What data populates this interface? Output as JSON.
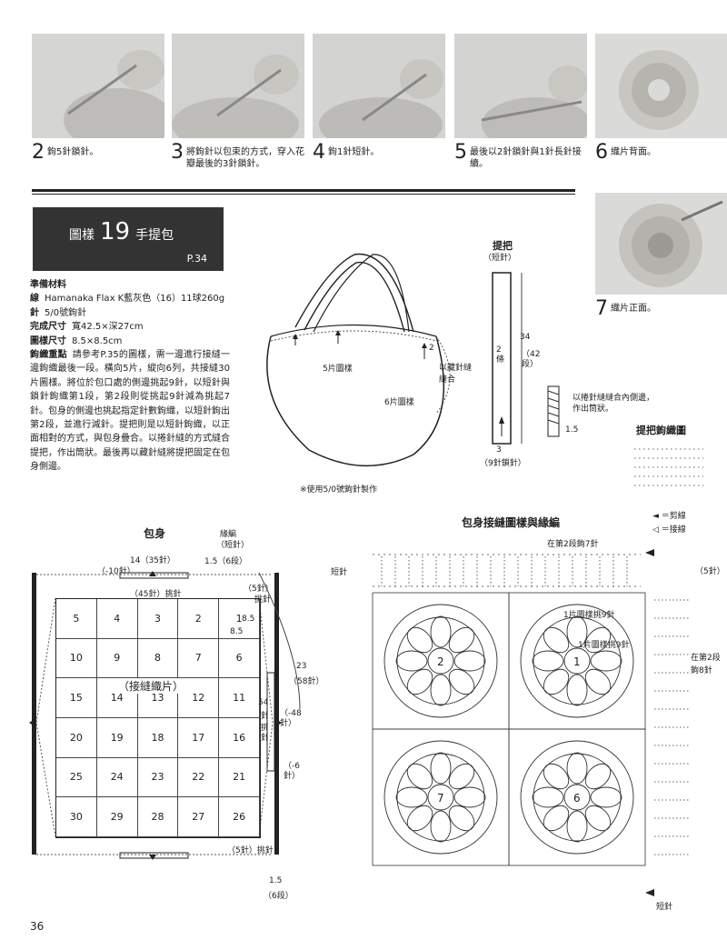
{
  "steps": [
    {
      "num": "2",
      "text": "鉤5針鎖針。"
    },
    {
      "num": "3",
      "text": "將鉤針以包束的方式，穿入花瓣最後的3針鎖針。"
    },
    {
      "num": "4",
      "text": "鉤1針短針。"
    },
    {
      "num": "5",
      "text": "最後以2針鎖針與1針長針接續。"
    },
    {
      "num": "6",
      "text": "織片背面。"
    },
    {
      "num": "7",
      "text": "織片正面。"
    }
  ],
  "pattern": {
    "prefix": "圖樣",
    "number": "19",
    "name": "手提包",
    "ref": "P.34"
  },
  "materials": {
    "heading": "準備材料",
    "yarn_label": "線",
    "yarn": "Hamanaka Flax K藍灰色（16）11球260g",
    "needle_label": "針",
    "needle": "5/0號鉤針",
    "size_label": "完成尺寸",
    "size": "寬42.5×深27cm",
    "motif_label": "圖樣尺寸",
    "motif": "8.5×8.5cm",
    "points_label": "鉤織重點",
    "points": "請參考P.35的圖樣，需一邊進行接縫一邊鉤織最後一段。橫向5片，縱向6列，共接縫30片圖樣。將位於包口處的側邊挑起9針，以短針與鎖針鉤織第1段，第2段則從挑起9針減為挑起7針。包身的側邊也挑起指定針數鉤織，以短針鉤出第2段，並進行減針。提把則是以短針鉤織，以正面相對的方式，與包身疊合。以捲針縫的方式縫合提把，作出筒狀。最後再以藏針縫將提把固定在包身側邊。"
  },
  "bag_illustration": {
    "label_5": "5片圖樣",
    "label_6": "6片圖樣",
    "label_join": "以藏針縫縫合",
    "num_2": "2",
    "note": "※使用5/0號鉤針製作"
  },
  "handle": {
    "title": "提把",
    "unit": "（短針）",
    "rows": "2條",
    "len_a": "34",
    "len_b": "（42段）",
    "width_a": "3",
    "width_b": "（9針鎖針）",
    "roll_note": "以捲針縫縫合內側邊，作出筒狀。",
    "roll_w": "1.5",
    "chart_title": "提把鉤織圖"
  },
  "body": {
    "title": "包身",
    "edge": "緣編",
    "edge_unit": "（短針）",
    "top_a": "14（35針）",
    "top_b": "（-10針）",
    "top_c": "1.5（6段）",
    "top_d": "（45針）挑針",
    "side_a": "（5針）",
    "side_b": "挑針",
    "dim_85a": "8.5",
    "dim_85b": "8.5",
    "right_23": "23",
    "right_58": "（58針）",
    "right_54": "54",
    "right_54b": "針",
    "right_pick": "挑針",
    "right_48": "（-48針）",
    "right_6": "（-6針）",
    "bot_a": "（5針）挑針",
    "bot_b": "1.5",
    "bot_c": "（6段）",
    "center": "（接縫織片）",
    "cells": [
      "5",
      "4",
      "3",
      "2",
      "1",
      "10",
      "9",
      "8",
      "7",
      "6",
      "15",
      "14",
      "13",
      "12",
      "11",
      "20",
      "19",
      "18",
      "17",
      "16",
      "25",
      "24",
      "23",
      "22",
      "21",
      "30",
      "29",
      "28",
      "27",
      "26"
    ]
  },
  "diagram": {
    "title": "包身接縫圖樣與緣編",
    "legend_cut": "◄ ＝剪線",
    "legend_join": "◁ ＝接線",
    "row2_7": "在第2段鉤7針",
    "right_5": "（5針）",
    "right_8a": "在第2段",
    "right_8b": "鉤8針",
    "short_top": "短針",
    "short_bot": "短針",
    "pick9a": "1片圖樣挑9針",
    "pick9b": "1片圖樣挑9針",
    "motifs": [
      "2",
      "1",
      "7",
      "6"
    ]
  },
  "page": {
    "number": "36"
  }
}
